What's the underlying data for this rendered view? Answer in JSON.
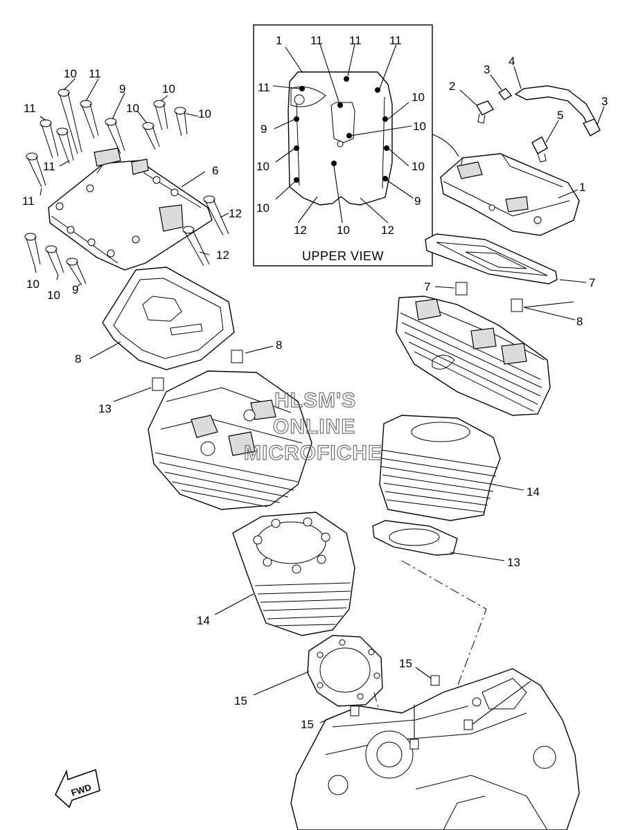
{
  "inset": {
    "title": "UPPER VIEW",
    "labels": [
      "1",
      "11",
      "11",
      "11",
      "11",
      "10",
      "9",
      "10",
      "10",
      "10",
      "10",
      "10",
      "9",
      "12",
      "10",
      "12"
    ]
  },
  "callouts": [
    "10",
    "11",
    "9",
    "10",
    "10",
    "10",
    "11",
    "11",
    "11",
    "6",
    "11",
    "12",
    "12",
    "10",
    "10",
    "9",
    "2",
    "3",
    "4",
    "3",
    "5",
    "1",
    "7",
    "8",
    "8",
    "8",
    "7",
    "8",
    "13",
    "14",
    "13",
    "14",
    "15",
    "15",
    "15",
    "15"
  ],
  "watermark": [
    "HLSM'S",
    "ONLINE",
    "MICROFICHE"
  ],
  "fwd_label": "FWD"
}
